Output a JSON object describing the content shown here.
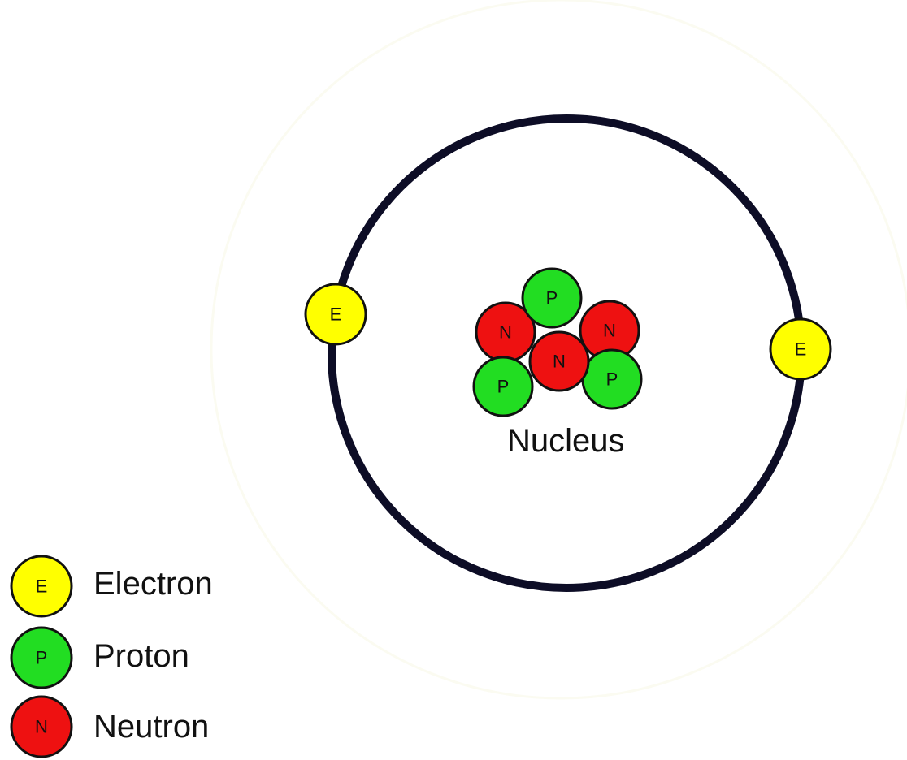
{
  "diagram": {
    "nucleus_label": "Nucleus",
    "particles": {
      "electron": {
        "letter": "E",
        "color": "#ffff00"
      },
      "proton": {
        "letter": "P",
        "color": "#22dd22"
      },
      "neutron": {
        "letter": "N",
        "color": "#ee1111"
      }
    },
    "orbit_color": "#0d0d26",
    "outline_color": "#111111"
  },
  "legend": {
    "items": [
      {
        "letter": "E",
        "label": "Electron",
        "color": "#ffff00"
      },
      {
        "letter": "P",
        "label": "Proton",
        "color": "#22dd22"
      },
      {
        "letter": "N",
        "label": "Neutron",
        "color": "#ee1111"
      }
    ]
  }
}
